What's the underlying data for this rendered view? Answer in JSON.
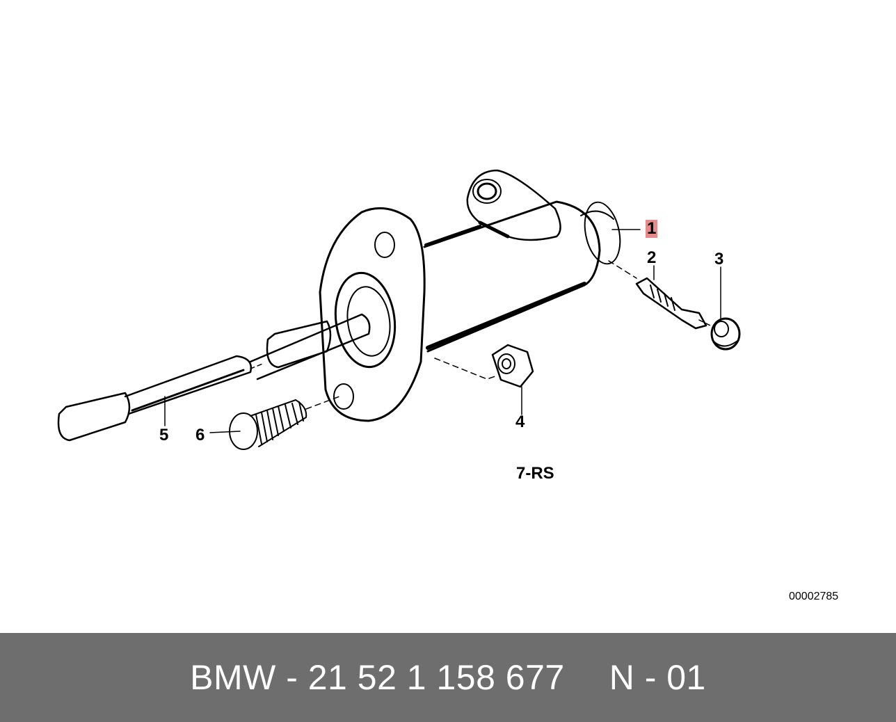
{
  "diagram": {
    "callouts": [
      {
        "id": "1",
        "highlighted": true
      },
      {
        "id": "2",
        "highlighted": false
      },
      {
        "id": "3",
        "highlighted": false
      },
      {
        "id": "4",
        "highlighted": false
      },
      {
        "id": "5",
        "highlighted": false
      },
      {
        "id": "6",
        "highlighted": false
      }
    ],
    "group_code": "7-RS",
    "image_id": "00002785"
  },
  "footer": {
    "part_number": "BMW - 21 52 1 158 677",
    "position": "N - 01",
    "background_color": "#6e6e6e",
    "text_color": "#ffffff"
  },
  "colors": {
    "highlight": "#e88a8a",
    "line": "#000000"
  }
}
